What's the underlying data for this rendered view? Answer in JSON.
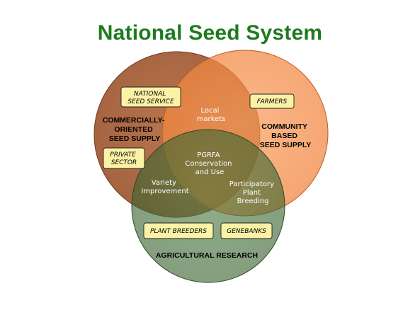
{
  "title": "National Seed System",
  "circles": {
    "commercial": {
      "label": [
        "COMMERCIALLY-",
        "ORIENTED",
        "SEED SUPPLY"
      ],
      "color": "#a35c34"
    },
    "community": {
      "label": [
        "COMMUNITY",
        "BASED",
        "SEED SUPPLY"
      ],
      "color": "#f28a43"
    },
    "research": {
      "label": [
        "AGRICULTURAL RESEARCH"
      ],
      "color": "#3f6b35"
    }
  },
  "overlaps": {
    "commercial_community": [
      "Local",
      "markets"
    ],
    "all_three": [
      "PGRFA",
      "Conservation",
      "and Use"
    ],
    "commercial_research": [
      "Variety",
      "Improvement"
    ],
    "community_research": [
      "Participatory",
      "Plant",
      "Breeding"
    ]
  },
  "boxes": {
    "national_seed_service": [
      "NATIONAL",
      "SEED SERVICE"
    ],
    "farmers": [
      "FARMERS"
    ],
    "private_sector": [
      "PRIVATE",
      "SECTOR"
    ],
    "plant_breeders": [
      "PLANT BREEDERS"
    ],
    "genebanks": [
      "GENEBANKS"
    ]
  },
  "colors": {
    "title": "#1f7a1f",
    "box_fill": "#fbf2a6"
  }
}
